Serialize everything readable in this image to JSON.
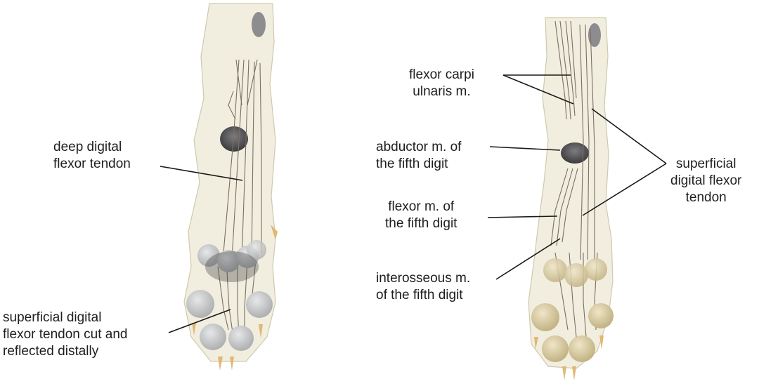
{
  "left_figure": {
    "labels": {
      "deep_digital_flexor": [
        "deep digital",
        "flexor tendon"
      ],
      "superficial_cut": [
        "superficial digital",
        "flexor tendon cut and",
        "reflected distally"
      ]
    }
  },
  "right_figure": {
    "labels": {
      "flexor_carpi_ulnaris": [
        "flexor carpi",
        "ulnaris m."
      ],
      "abductor_fifth": [
        "abductor m. of",
        "the fifth digit"
      ],
      "flexor_fifth": [
        "flexor m. of",
        "the fifth digit"
      ],
      "interosseous_fifth": [
        "interosseous m.",
        "of the fifth digit"
      ],
      "superficial_flexor": [
        "superficial",
        "digital flexor",
        "tendon"
      ]
    }
  },
  "colors": {
    "skin_fill": "#f1eedf",
    "skin_outline": "#cfc9ae",
    "tendon": "#7a6f62",
    "pad_left": "#c9cbcc",
    "pad_right": "#d9cfa8",
    "claw": "#e0b873",
    "leader_line": "#1a1a1a",
    "label_text": "#1e1e1e"
  }
}
